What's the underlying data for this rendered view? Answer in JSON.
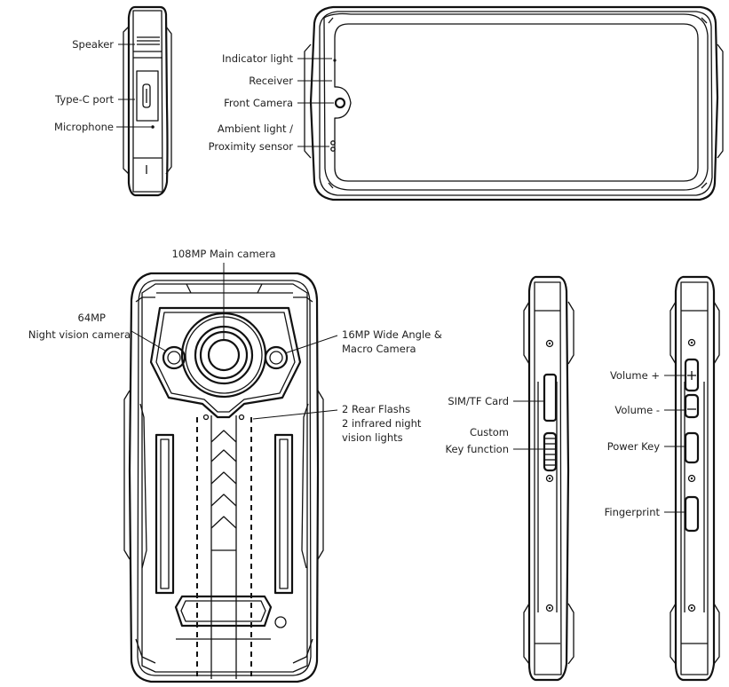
{
  "top_side": {
    "speaker": "Speaker",
    "type_c_port": "Type-C port",
    "microphone": "Microphone"
  },
  "front": {
    "indicator_light": "Indicator light",
    "receiver": "Receiver",
    "front_camera": "Front Camera",
    "ambient_light_line1": "Ambient light /",
    "ambient_light_line2": "Proximity sensor"
  },
  "back": {
    "main_camera": "108MP Main camera",
    "night_vision_line1": "64MP",
    "night_vision_line2": "Night vision camera",
    "wide_angle_line1": "16MP Wide Angle &",
    "wide_angle_line2": "Macro Camera",
    "flash_line1": "2 Rear Flashs",
    "flash_line2": "2 infrared night",
    "flash_line3": "vision lights"
  },
  "left_side": {
    "sim_card": "SIM/TF Card",
    "custom_line1": "Custom",
    "custom_line2": "Key function"
  },
  "right_side": {
    "volume_up": "Volume +",
    "volume_down": "Volume -",
    "power_key": "Power Key",
    "fingerprint": "Fingerprint"
  }
}
